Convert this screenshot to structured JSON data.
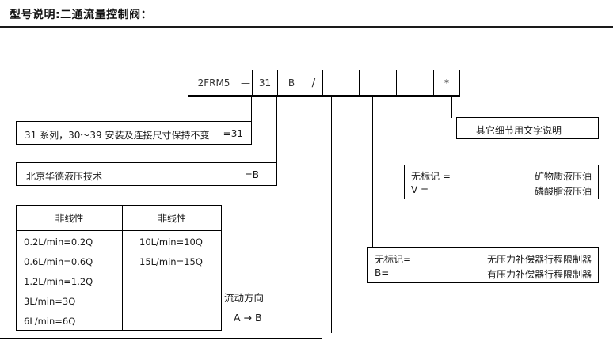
{
  "title": "型号说明:二通流量控制阀：",
  "code_row": {
    "cells": [
      {
        "name": "series-code",
        "text": "2FRM5"
      },
      {
        "name": "dash-separator",
        "text": "—"
      },
      {
        "name": "size-code",
        "text": "31"
      },
      {
        "name": "manufacturer-code",
        "text": "B"
      },
      {
        "name": "slash-separator",
        "text": "/"
      },
      {
        "name": "flow-code",
        "text": ""
      },
      {
        "name": "direction-code",
        "text": ""
      },
      {
        "name": "limiter-code",
        "text": ""
      },
      {
        "name": "oil-code",
        "text": ""
      },
      {
        "name": "detail-code",
        "text": "*"
      }
    ]
  },
  "labels": {
    "series": {
      "left": "31 系列，30～39 安装及连接尺寸保持不变",
      "right": "=31"
    },
    "manufacturer": {
      "left": "北京华德液压技术",
      "right": "=B"
    },
    "detail": {
      "text": "其它细节用文字说明"
    },
    "oil": {
      "rows": [
        {
          "code": "无标记 =",
          "desc": "矿物质液压油"
        },
        {
          "code": "V    =",
          "desc": "磷酸脂液压油"
        }
      ]
    },
    "limiter": {
      "rows": [
        {
          "code": "无标记=",
          "desc": "无压力补偿器行程限制器"
        },
        {
          "code": " B=",
          "desc": "有压力补偿器行程限制器"
        }
      ]
    }
  },
  "flow_table": {
    "headers": [
      "非线性",
      "非线性"
    ],
    "col_left": [
      "0.2L/min=0.2Q",
      "0.6L/min=0.6Q",
      "1.2L/min=1.2Q",
      "3L/min=3Q",
      "6L/min=6Q"
    ],
    "col_right": [
      "10L/min=10Q",
      "15L/min=15Q"
    ]
  },
  "flow_direction": {
    "label": "流动方向",
    "value": "A → B"
  },
  "colors": {
    "line": "#000000",
    "text": "#1a1a1a",
    "background": "#ffffff"
  }
}
